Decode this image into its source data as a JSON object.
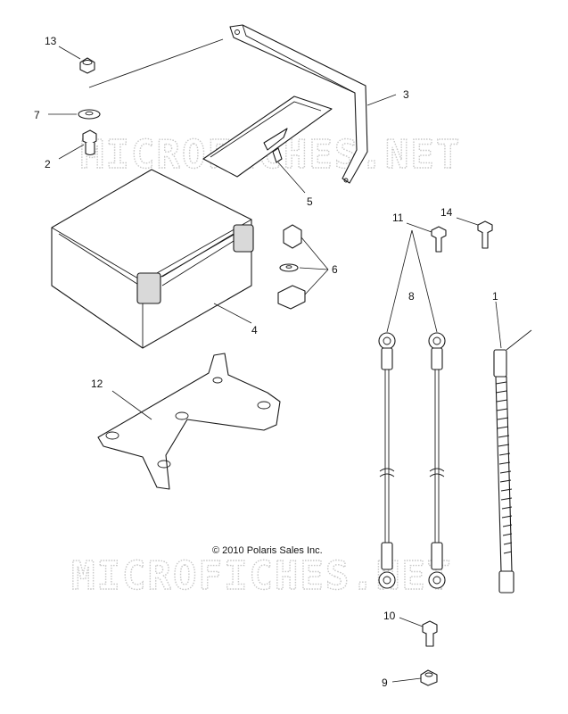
{
  "callouts": {
    "c1": "1",
    "c2": "2",
    "c3": "3",
    "c4": "4",
    "c5": "5",
    "c6": "6",
    "c7": "7",
    "c8": "8",
    "c9": "9",
    "c10": "10",
    "c11": "11",
    "c12": "12",
    "c13": "13",
    "c14": "14"
  },
  "copyright": "© 2010 Polaris Sales Inc.",
  "watermark": "MICROFICHES.NET"
}
